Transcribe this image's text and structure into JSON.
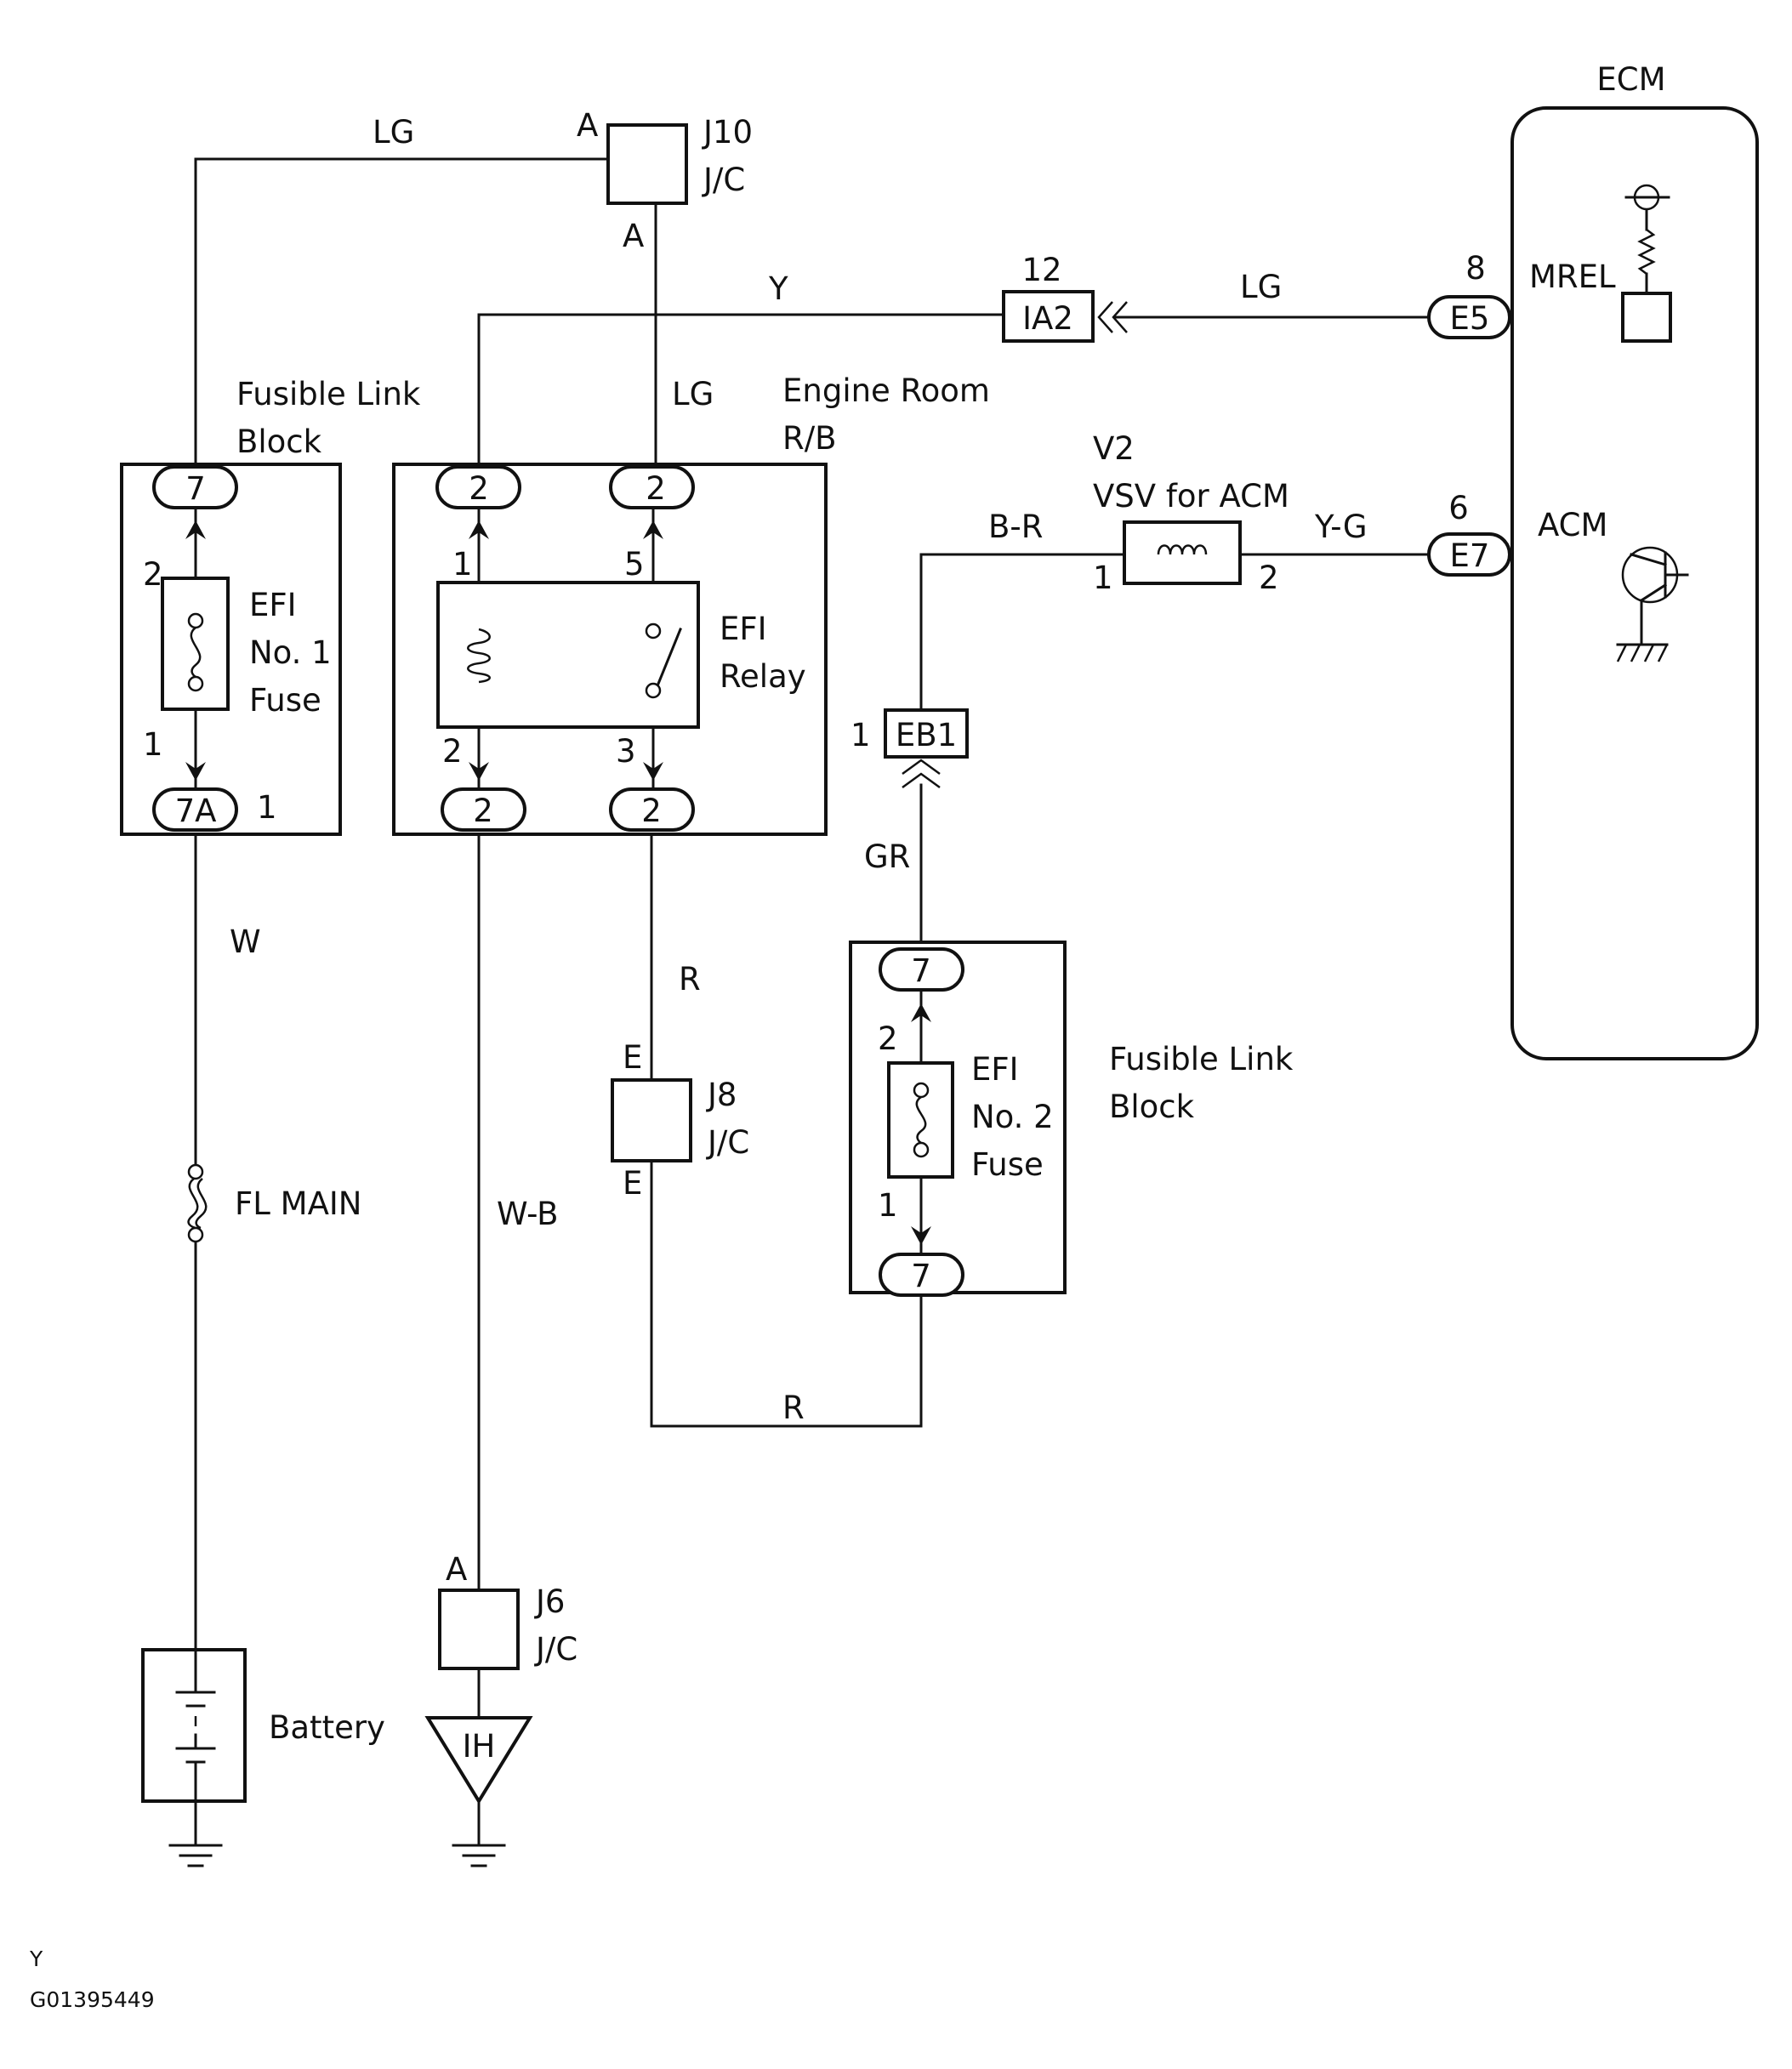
{
  "ecm": {
    "title": "ECM",
    "mrel": {
      "label": "MREL",
      "connector": "E5",
      "pin": "8"
    },
    "acm": {
      "label": "ACM",
      "connector": "E7",
      "pin": "6"
    }
  },
  "j10": {
    "name": "J10",
    "type": "J/C",
    "pin_top": "A",
    "pin_bottom": "A"
  },
  "j8": {
    "name": "J8",
    "type": "J/C",
    "pin_top": "E",
    "pin_bottom": "E"
  },
  "j6": {
    "name": "J6",
    "type": "J/C",
    "pin_top": "A"
  },
  "ground_ih": {
    "label": "IH"
  },
  "ia2": {
    "name": "IA2",
    "pin": "12"
  },
  "eb1": {
    "name": "EB1",
    "pin": "1"
  },
  "vsv": {
    "code": "V2",
    "name": "VSV for ACM",
    "pin_left": "1",
    "pin_right": "2"
  },
  "fusible_block_1": {
    "label_line1": "Fusible Link",
    "label_line2": "Block",
    "top_connector": "7",
    "bottom_connector": "7A",
    "bottom_pin": "1",
    "fuse": {
      "line1": "EFI",
      "line2": "No. 1",
      "line3": "Fuse",
      "pin_top": "2",
      "pin_bottom": "1"
    }
  },
  "engine_room_rb": {
    "label_line1": "Engine Room",
    "label_line2": "R/B",
    "top_left_connector": "2",
    "top_right_connector": "2",
    "bottom_left_connector": "2",
    "bottom_right_connector": "2",
    "relay": {
      "line1": "EFI",
      "line2": "Relay",
      "pin1": "1",
      "pin5": "5",
      "pin2": "2",
      "pin3": "3"
    }
  },
  "fusible_block_2": {
    "label_line1": "Fusible Link",
    "label_line2": "Block",
    "top_connector": "7",
    "bottom_connector": "7",
    "fuse": {
      "line1": "EFI",
      "line2": "No. 2",
      "line3": "Fuse",
      "pin_top": "2",
      "pin_bottom": "1"
    }
  },
  "fl_main": {
    "label": "FL MAIN"
  },
  "battery": {
    "label": "Battery"
  },
  "wires": {
    "lg_top": "LG",
    "y_top": "Y",
    "lg_ecm": "LG",
    "lg_mid": "LG",
    "b_r": "B-R",
    "y_g": "Y-G",
    "gr": "GR",
    "w": "W",
    "r_vertical": "R",
    "r_bottom": "R",
    "w_b": "W-B"
  },
  "footer": {
    "line1": "Y",
    "line2": "G01395449"
  }
}
